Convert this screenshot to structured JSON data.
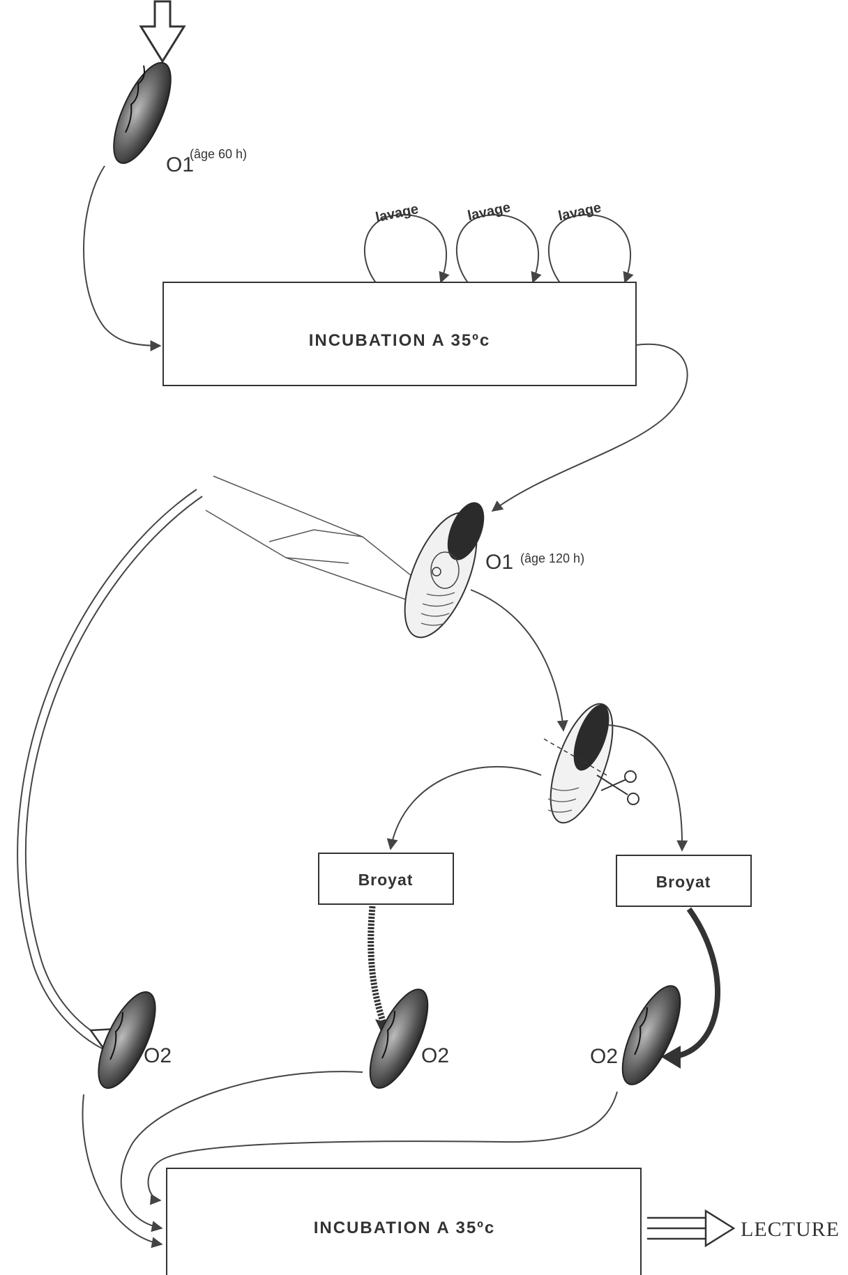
{
  "egg_start": {
    "label": "O1",
    "age": "(âge 60 h)"
  },
  "washes": [
    "lavage",
    "lavage",
    "lavage"
  ],
  "incubation_top": "INCUBATION A 35ºc",
  "egg_mid": {
    "label": "O1",
    "age": "(âge 120 h)"
  },
  "broyat_left": "Broyat",
  "broyat_right": "Broyat",
  "recipient_eggs": [
    "O2",
    "O2",
    "O2"
  ],
  "incubation_bottom": "INCUBATION A 35ºc",
  "result": "LECTURE",
  "colors": {
    "ink": "#333333",
    "egg_dark": "#2a2a2a",
    "background": "#ffffff"
  }
}
